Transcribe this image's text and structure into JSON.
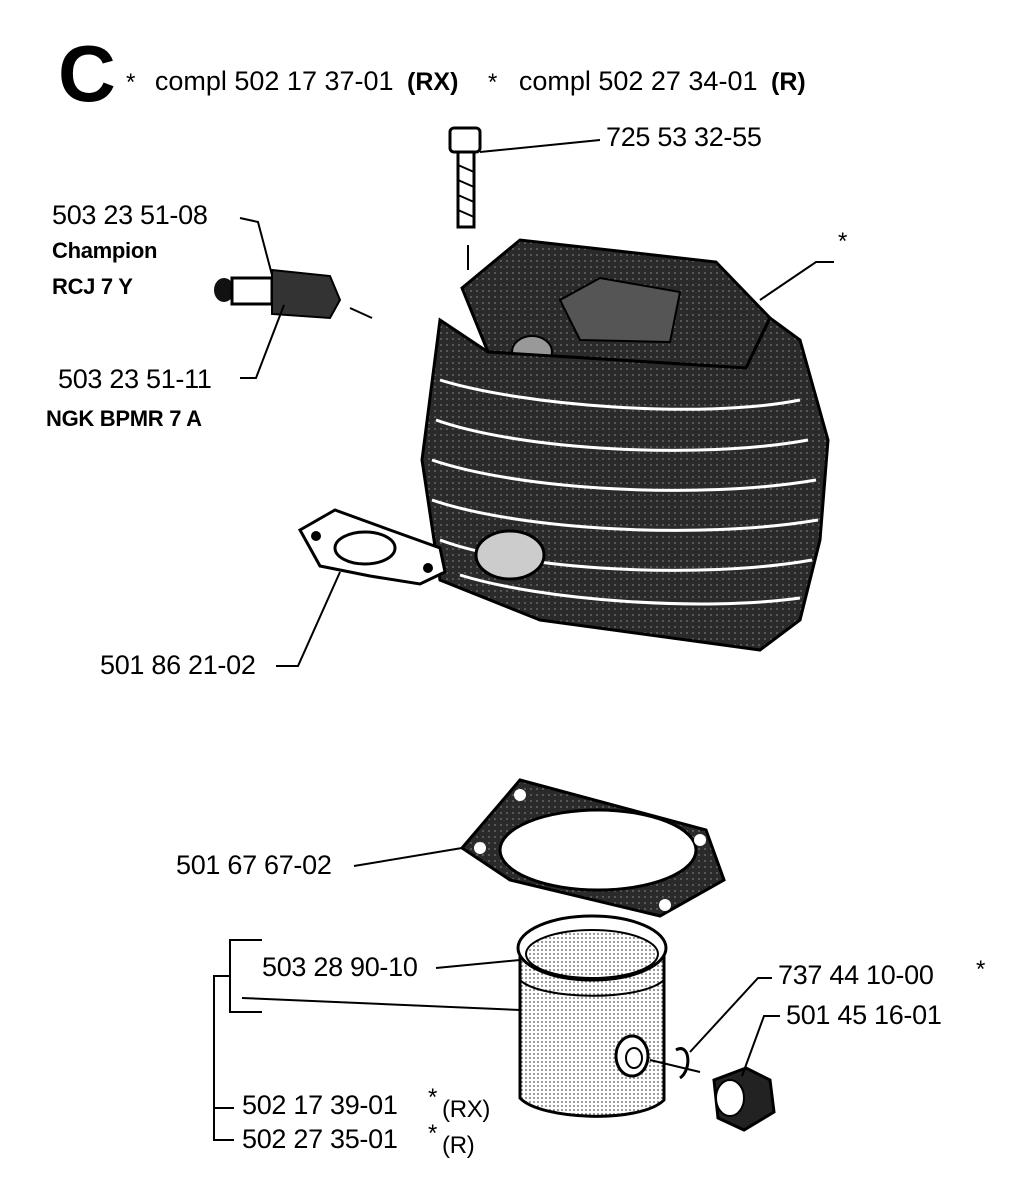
{
  "header": {
    "section_letter": "C",
    "star1": "*",
    "compl1_text": "compl 502 17 37-01",
    "compl1_suffix": "(RX)",
    "star2": "*",
    "compl2_text": "compl 502 27 34-01",
    "compl2_suffix": "(R)"
  },
  "parts": {
    "screw": "725 53 32-55",
    "cylinder_star": "*",
    "spark_plug_champion_no": "503 23 51-08",
    "spark_plug_champion_brand": "Champion",
    "spark_plug_champion_model": "RCJ 7 Y",
    "spark_plug_ngk_no": "503 23 51-11",
    "spark_plug_ngk_model": "NGK BPMR 7 A",
    "exhaust_gasket": "501 86 21-02",
    "cylinder_gasket": "501 67 67-02",
    "piston_ring": "503 28 90-10",
    "circlip": "737 44 10-00",
    "circlip_star": "*",
    "piston_pin_bearing": "501 45 16-01",
    "piston_rx": "502 17 39-01",
    "piston_rx_star": "*",
    "piston_rx_suffix": "(RX)",
    "piston_r": "502 27 35-01",
    "piston_r_star": "*",
    "piston_r_suffix": "(R)"
  },
  "colors": {
    "ink": "#000000",
    "paper": "#ffffff",
    "shade": "#3a3a3a"
  }
}
